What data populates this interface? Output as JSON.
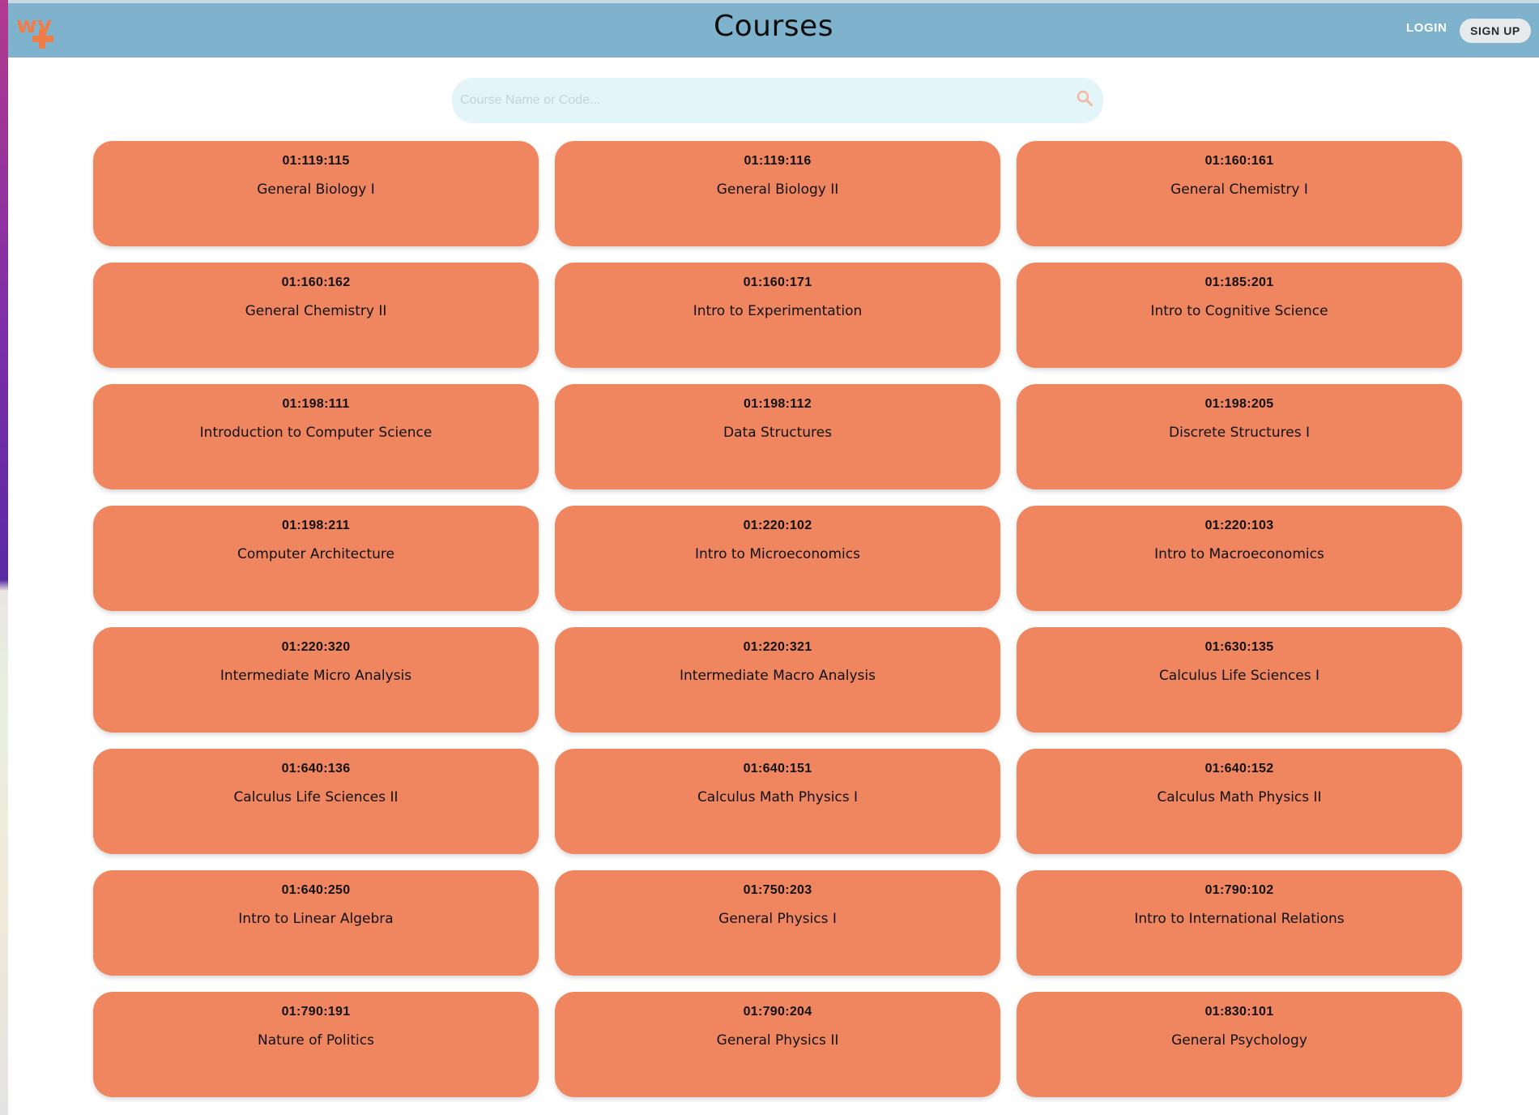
{
  "header": {
    "title": "Courses",
    "login_label": "LOGIN",
    "signup_label": "SIGN UP",
    "logo_text": "wy",
    "logo_color": "#ef7d4a",
    "bar_color": "#7fb3cd"
  },
  "search": {
    "placeholder": "Course Name or Code...",
    "value": "",
    "icon": "search-icon"
  },
  "card_color": "#ef865f",
  "courses": [
    {
      "code": "01:119:115",
      "name": "General Biology I"
    },
    {
      "code": "01:119:116",
      "name": "General Biology II"
    },
    {
      "code": "01:160:161",
      "name": "General Chemistry I"
    },
    {
      "code": "01:160:162",
      "name": "General Chemistry II"
    },
    {
      "code": "01:160:171",
      "name": "Intro to Experimentation"
    },
    {
      "code": "01:185:201",
      "name": "Intro to Cognitive Science"
    },
    {
      "code": "01:198:111",
      "name": "Introduction to Computer Science"
    },
    {
      "code": "01:198:112",
      "name": "Data Structures"
    },
    {
      "code": "01:198:205",
      "name": "Discrete Structures I"
    },
    {
      "code": "01:198:211",
      "name": "Computer Architecture"
    },
    {
      "code": "01:220:102",
      "name": "Intro to Microeconomics"
    },
    {
      "code": "01:220:103",
      "name": "Intro to Macroeconomics"
    },
    {
      "code": "01:220:320",
      "name": "Intermediate Micro Analysis"
    },
    {
      "code": "01:220:321",
      "name": "Intermediate Macro Analysis"
    },
    {
      "code": "01:630:135",
      "name": "Calculus Life Sciences I"
    },
    {
      "code": "01:640:136",
      "name": "Calculus Life Sciences II"
    },
    {
      "code": "01:640:151",
      "name": "Calculus Math Physics I"
    },
    {
      "code": "01:640:152",
      "name": "Calculus Math Physics II"
    },
    {
      "code": "01:640:250",
      "name": "Intro to Linear Algebra"
    },
    {
      "code": "01:750:203",
      "name": "General Physics I"
    },
    {
      "code": "01:790:102",
      "name": "Intro to International Relations"
    },
    {
      "code": "01:790:191",
      "name": "Nature of Politics"
    },
    {
      "code": "01:790:204",
      "name": "General Physics II"
    },
    {
      "code": "01:830:101",
      "name": "General Psychology"
    }
  ]
}
